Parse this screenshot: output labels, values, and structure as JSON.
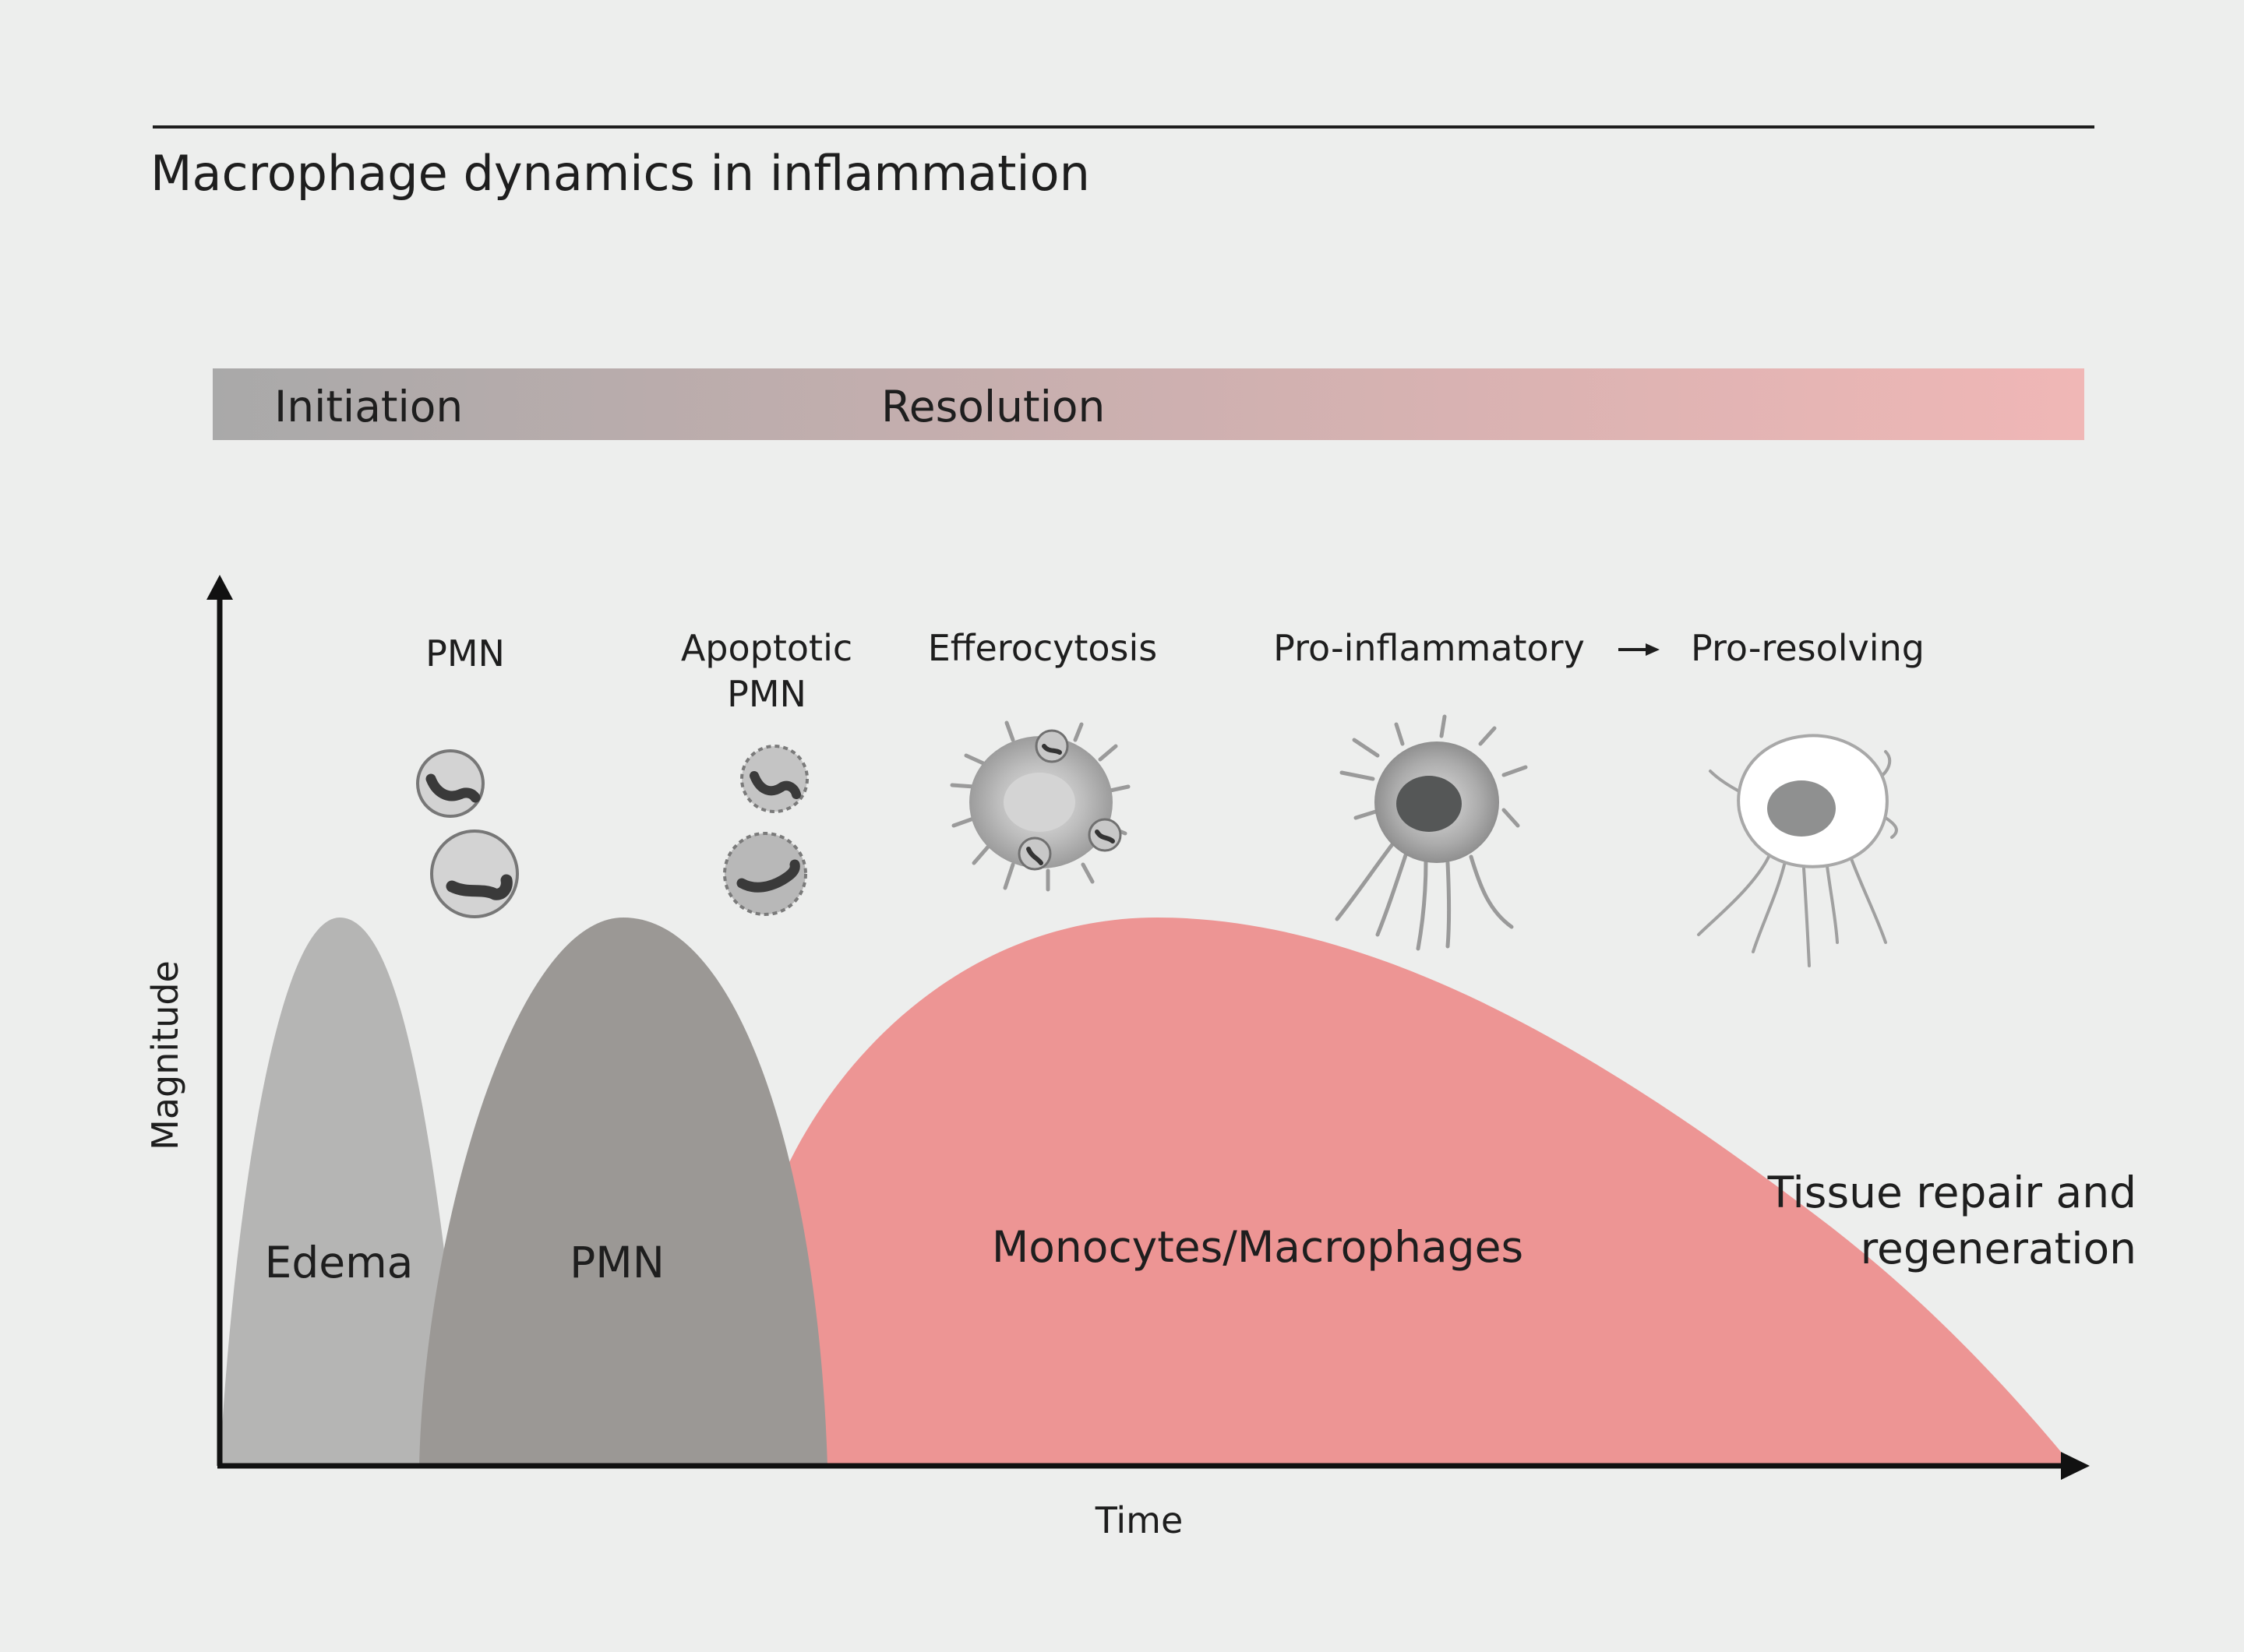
{
  "title": "Macrophage dynamics in inflammation",
  "phases": {
    "initiation": "Initiation",
    "resolution": "Resolution"
  },
  "colors": {
    "background": "#edeeed",
    "edema": "#b5b5b4",
    "pmn": "#9b9895",
    "macrophage": "#ed9594",
    "band_start": "#a9a9a9",
    "band_end": "#f0b7b6",
    "ink": "#1e1e1e"
  },
  "axes": {
    "y_label": "Magnitude",
    "x_label": "Time"
  },
  "top_labels": {
    "pmn": "PMN",
    "apoptotic_line1": "Apoptotic",
    "apoptotic_line2": "PMN",
    "efferocytosis": "Efferocytosis",
    "pro_inflammatory": "Pro-inflammatory",
    "pro_resolving": "Pro-resolving"
  },
  "areas": {
    "edema": "Edema",
    "pmn": "PMN",
    "macrophages": "Monocytes/Macrophages"
  },
  "tissue": {
    "line1": "Tissue repair and",
    "line2": "regeneration"
  },
  "icons": {
    "pmn_cells": "neutrophil-icon",
    "apoptotic_cells": "apoptotic-neutrophil-icon",
    "efferocytosis_cell": "efferocytosis-macrophage-icon",
    "pro_inflammatory_cell": "pro-inflammatory-macrophage-icon",
    "pro_resolving_cell": "pro-resolving-macrophage-icon",
    "transition_arrow": "arrow-right-icon"
  }
}
